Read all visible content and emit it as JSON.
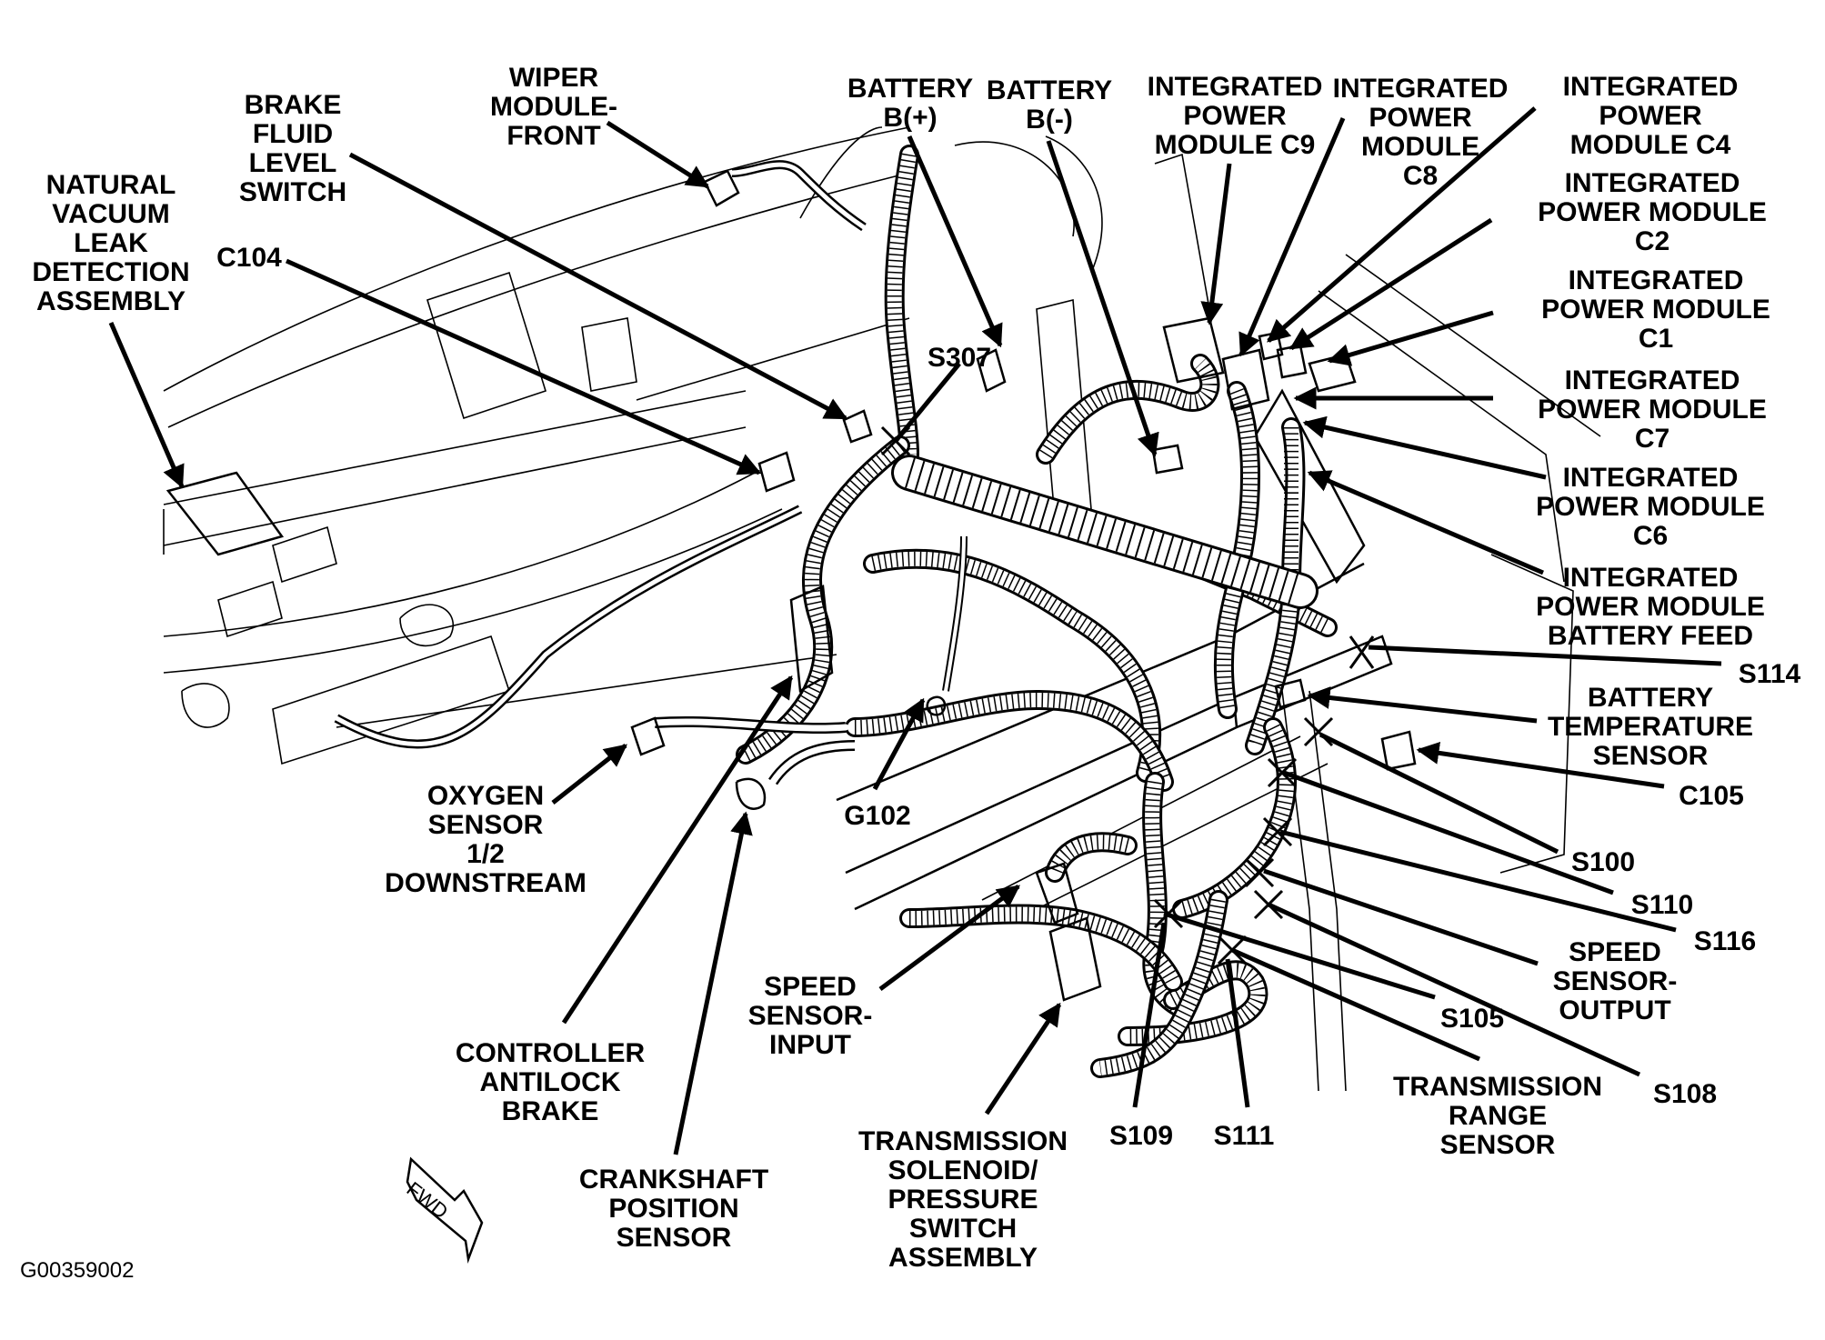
{
  "figure_id": "G00359002",
  "direction_marker": "FWD",
  "colors": {
    "ink": "#000000",
    "background": "#ffffff"
  },
  "labels": {
    "natural_vacuum_leak": "NATURAL\nVACUUM\nLEAK\nDETECTION\nASSEMBLY",
    "brake_fluid_level_switch": "BRAKE\nFLUID\nLEVEL\nSWITCH",
    "wiper_module_front": "WIPER\nMODULE-\nFRONT",
    "c104": "C104",
    "battery_pos": "BATTERY\nB(+)",
    "battery_neg": "BATTERY\nB(-)",
    "ipm_c9": "INTEGRATED\nPOWER\nMODULE C9",
    "ipm_c8": "INTEGRATED\nPOWER\nMODULE\nC8",
    "ipm_c4": "INTEGRATED\nPOWER\nMODULE C4",
    "ipm_c2": "INTEGRATED\nPOWER MODULE\nC2",
    "ipm_c1": "INTEGRATED\nPOWER MODULE\nC1",
    "ipm_c7": "INTEGRATED\nPOWER MODULE\nC7",
    "ipm_c6": "INTEGRATED\nPOWER MODULE\nC6",
    "ipm_battery_feed": "INTEGRATED\nPOWER MODULE\nBATTERY FEED",
    "s307": "S307",
    "s114": "S114",
    "battery_temp_sensor": "BATTERY\nTEMPERATURE\nSENSOR",
    "c105": "C105",
    "s100": "S100",
    "s110": "S110",
    "s116": "S116",
    "speed_sensor_output": "SPEED\nSENSOR-\nOUTPUT",
    "s105": "S105",
    "s108": "S108",
    "transmission_range_sensor": "TRANSMISSION\nRANGE\nSENSOR",
    "s109": "S109",
    "s111": "S111",
    "transmission_solenoid": "TRANSMISSION\nSOLENOID/\nPRESSURE\nSWITCH\nASSEMBLY",
    "speed_sensor_input": "SPEED\nSENSOR-\nINPUT",
    "g102": "G102",
    "oxygen_sensor": "OXYGEN\nSENSOR\n1/2\nDOWNSTREAM",
    "controller_antilock_brake": "CONTROLLER\nANTILOCK\nBRAKE",
    "crankshaft_position_sensor": "CRANKSHAFT\nPOSITION\nSENSOR"
  }
}
